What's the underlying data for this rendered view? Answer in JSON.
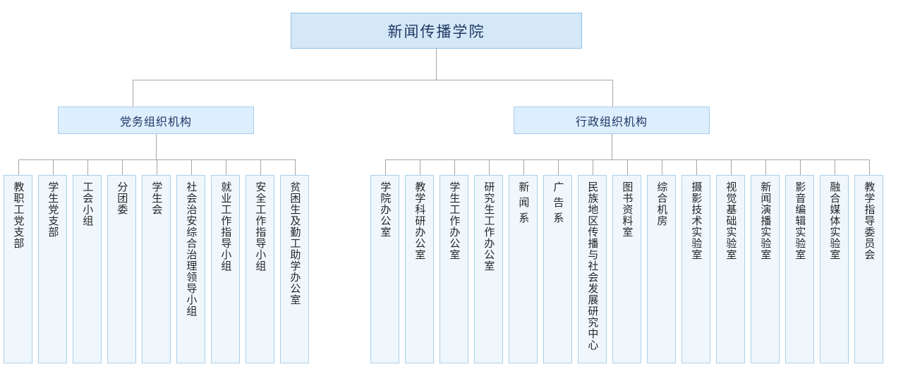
{
  "chart_data": {
    "type": "diagram",
    "diagram_type": "organizational-tree",
    "title": "新闻传播学院",
    "orientation": "top-down",
    "levels": 3,
    "colors": {
      "root_fill": "#d4e8f7",
      "root_border": "#8ec0e4",
      "branch_fill": "#ddeeff",
      "branch_border": "#a8cdeb",
      "leaf_fill": "#eff7fd",
      "leaf_border": "#a9d0ea",
      "connector": "#a6a6a6",
      "root_text": "#1f3864",
      "leaf_text": "#262626",
      "background": "#ffffff"
    },
    "node_counts": {
      "root": 1,
      "branches": 2,
      "party_leaves": 9,
      "admin_leaves": 15,
      "total_leaves": 24
    }
  },
  "root": {
    "label": "新闻传播学院"
  },
  "branches": [
    {
      "id": "party",
      "label": "党务组织机构",
      "children": [
        {
          "label": "教职工党支部",
          "spaced": false
        },
        {
          "label": "学生党支部",
          "spaced": false
        },
        {
          "label": "工会小组",
          "spaced": false
        },
        {
          "label": "分团委",
          "spaced": false
        },
        {
          "label": "学生会",
          "spaced": false
        },
        {
          "label": "社会治安综合治理领导小组",
          "spaced": false
        },
        {
          "label": "就业工作指导小组",
          "spaced": false
        },
        {
          "label": "安全工作指导小组",
          "spaced": false
        },
        {
          "label": "贫困生及勤工助学办公室",
          "spaced": false
        }
      ]
    },
    {
      "id": "admin",
      "label": "行政组织机构",
      "children": [
        {
          "label": "学院办公室",
          "spaced": false
        },
        {
          "label": "教学科研办公室",
          "spaced": false
        },
        {
          "label": "学生工作办公室",
          "spaced": false
        },
        {
          "label": "研究生工作办公室",
          "spaced": false
        },
        {
          "label": "新闻系",
          "spaced": true
        },
        {
          "label": "广告系",
          "spaced": true
        },
        {
          "label": "民族地区传播与社会发展研究中心",
          "spaced": false
        },
        {
          "label": "图书资料室",
          "spaced": false
        },
        {
          "label": "综合机房",
          "spaced": false
        },
        {
          "label": "摄影技术实验室",
          "spaced": false
        },
        {
          "label": "视觉基础实验室",
          "spaced": false
        },
        {
          "label": "新闻演播实验室",
          "spaced": false
        },
        {
          "label": "影音编辑实验室",
          "spaced": false
        },
        {
          "label": "融合媒体实验室",
          "spaced": false
        },
        {
          "label": "教学指导委员会",
          "spaced": false
        }
      ]
    }
  ]
}
